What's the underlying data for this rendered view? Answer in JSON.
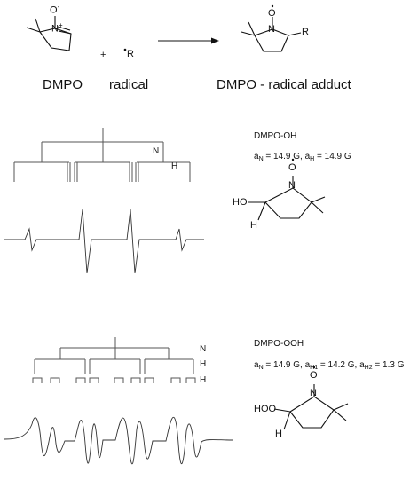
{
  "reaction": {
    "plus": "+",
    "radical_symbol": "R",
    "substituent": "R",
    "labels": {
      "dmpo": "DMPO",
      "radical": "radical",
      "adduct": "DMPO - radical adduct"
    },
    "atoms": {
      "n": "N",
      "n_plus": "+",
      "o_minus": "O",
      "minus": "-",
      "o_dot": "O"
    }
  },
  "oh_adduct": {
    "name": "DMPO-OH",
    "coupling": {
      "a1_sym": "a",
      "a1_sub": "N",
      "a1_val": " = 14.9 G, ",
      "a2_sym": "a",
      "a2_sub": "H",
      "a2_val": " = 14.9 G"
    },
    "tree_labels": [
      "N",
      "H"
    ],
    "atoms": {
      "ho": "HO",
      "h": "H",
      "n": "N",
      "o": "O"
    }
  },
  "ooh_adduct": {
    "name": "DMPO-OOH",
    "coupling": {
      "a1_sym": "a",
      "a1_sub": "N",
      "a1_val": " = 14.9 G, ",
      "a2_sym": "a",
      "a2_sub": "H1",
      "a2_val": " = 14.2 G, ",
      "a3_sym": "a",
      "a3_sub": "H2",
      "a3_val": " = 1.3 G"
    },
    "tree_labels": [
      "N",
      "H",
      "H"
    ],
    "atoms": {
      "hoo": "HOO",
      "h": "H",
      "n": "N",
      "o": "O"
    }
  },
  "colors": {
    "ink": "#111111",
    "tree": "#555555",
    "spectrum": "#333333"
  }
}
